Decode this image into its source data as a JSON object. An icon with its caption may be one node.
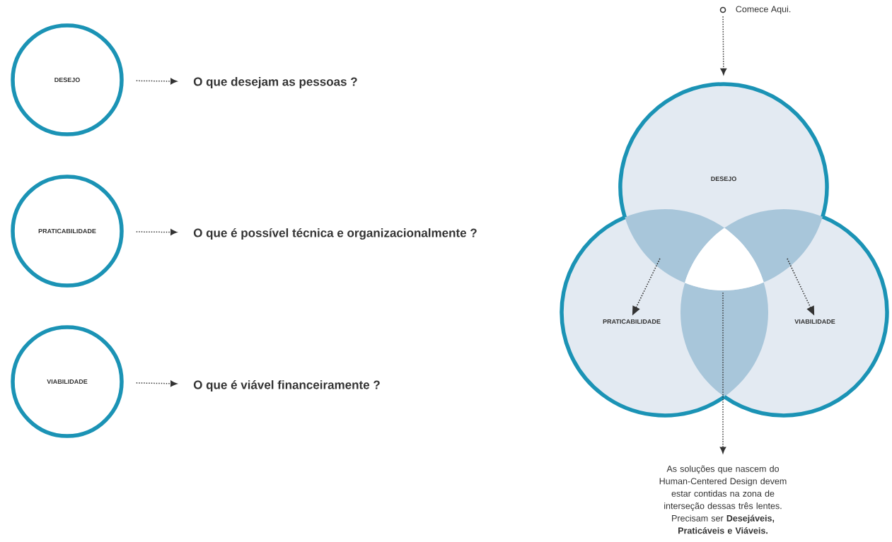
{
  "diagram": {
    "nodes": [
      {
        "text": [
          "DESEJO"
        ]
      },
      {
        "text": [
          "O que desejam as pessoas ?"
        ]
      },
      {
        "text": [
          "PRATICABILIDADE"
        ]
      },
      {
        "text": [
          "O que é possível técnica e organizacionalmente ?"
        ]
      },
      {
        "text": [
          "VIABILIDADE"
        ]
      },
      {
        "text": [
          "O que é viável financeiramente ?"
        ]
      },
      {
        "text": [],
        "shape": "circle",
        "beside": [
          "Comece Aqui."
        ]
      },
      {
        "text": [
          "DESEJO"
        ]
      },
      {
        "text": [
          "PRATICABILIDADE"
        ]
      },
      {
        "text": [
          "VIABILIDADE"
        ]
      },
      {
        "text": [
          "As soluções que nascem do Human-Centered Design devem estar contidas na zona de interseção dessas três lentes. Precisam ser **Desejáveis, Praticáveis e Viáveis.**"
        ]
      },
      {
        "text": [],
        "shape": "triangle"
      },
      {
        "text": [],
        "shape": "lens"
      },
      {
        "text": [],
        "shape": "lens"
      }
    ],
    "edges": [
      {
        "from": 0,
        "to": 1,
        "arrow": "to"
      },
      {
        "from": 2,
        "to": 3,
        "arrow": "to"
      },
      {
        "from": 4,
        "to": 5,
        "arrow": "to"
      },
      {
        "from": 6,
        "to": 7,
        "arrow": "to"
      },
      {
        "from": 12,
        "to": 8,
        "arrow": "to"
      },
      {
        "from": 13,
        "to": 9,
        "arrow": "to"
      },
      {
        "from": 11,
        "to": 10,
        "arrow": "to"
      }
    ]
  }
}
